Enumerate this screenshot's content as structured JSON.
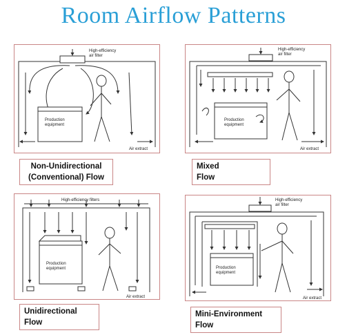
{
  "title": "Room Airflow Patterns",
  "panels": {
    "nonunidirectional": {
      "filter_label_1": "High-efficiency",
      "filter_label_2": "air filter",
      "equipment_1": "Production",
      "equipment_2": "equipment",
      "extract": "Air extract",
      "caption_1": "Non-Unidirectional",
      "caption_2": "(Conventional) Flow"
    },
    "mixed": {
      "filter_label_1": "High-efficiency",
      "filter_label_2": "air filter",
      "equipment_1": "Production",
      "equipment_2": "equipment",
      "extract": "Air extract",
      "caption_1": "Mixed",
      "caption_2": "Flow"
    },
    "unidirectional": {
      "filter_label": "High-efficiency filters",
      "equipment_1": "Production",
      "equipment_2": "equipment",
      "extract": "Air extract",
      "caption_1": "Unidirectional",
      "caption_2": "Flow"
    },
    "minienvironment": {
      "filter_label_1": "High-efficiency",
      "filter_label_2": "air filter",
      "equipment_1": "Production",
      "equipment_2": "equipment",
      "extract": "Air extract",
      "caption_1": "Mini-Environment",
      "caption_2": "Flow"
    }
  },
  "colors": {
    "title": "#2a9fd6",
    "border": "#c98585",
    "line": "#333333"
  }
}
